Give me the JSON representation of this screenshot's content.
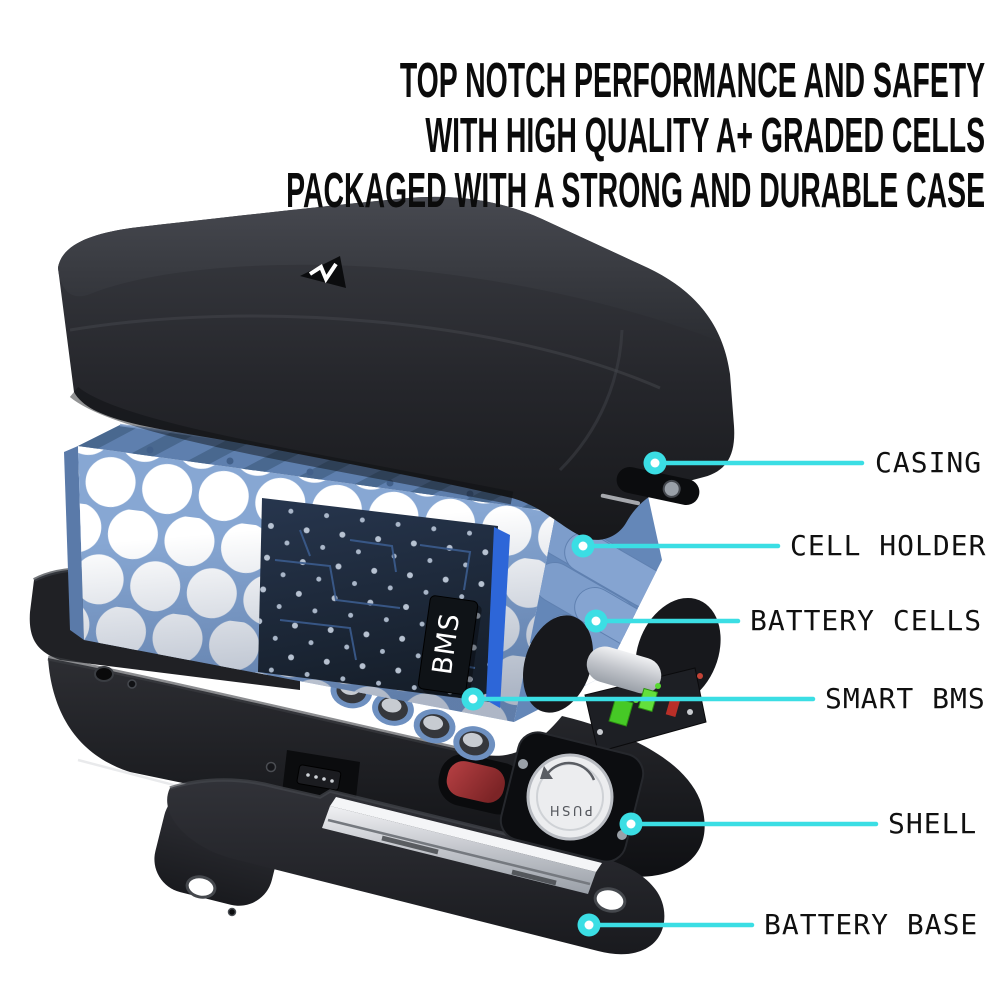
{
  "headline": {
    "lines": [
      "TOP NOTCH PERFORMANCE AND SAFETY",
      "WITH HIGH QUALITY A+ GRADED CELLS",
      "PACKAGED WITH A STRONG AND DURABLE CASE"
    ]
  },
  "callouts": [
    {
      "label": "CASING"
    },
    {
      "label": "CELL HOLDER"
    },
    {
      "label": "BATTERY CELLS"
    },
    {
      "label": "SMART BMS"
    },
    {
      "label": "SHELL"
    },
    {
      "label": "BATTERY BASE"
    }
  ],
  "product": {
    "description": "Exploded view of an e-bike downtube battery pack",
    "bms_chip_label": "BMS",
    "push_lock_label": "PUSH"
  },
  "colors": {
    "accent_cyan": "#3BDEE4",
    "label_text": "#101010",
    "headline_text": "#0b0b0b",
    "casing_black": "#26272b",
    "cell_holder_blue": "#87a7d3",
    "pcb_navy": "#1d2836",
    "background": "#ffffff"
  }
}
